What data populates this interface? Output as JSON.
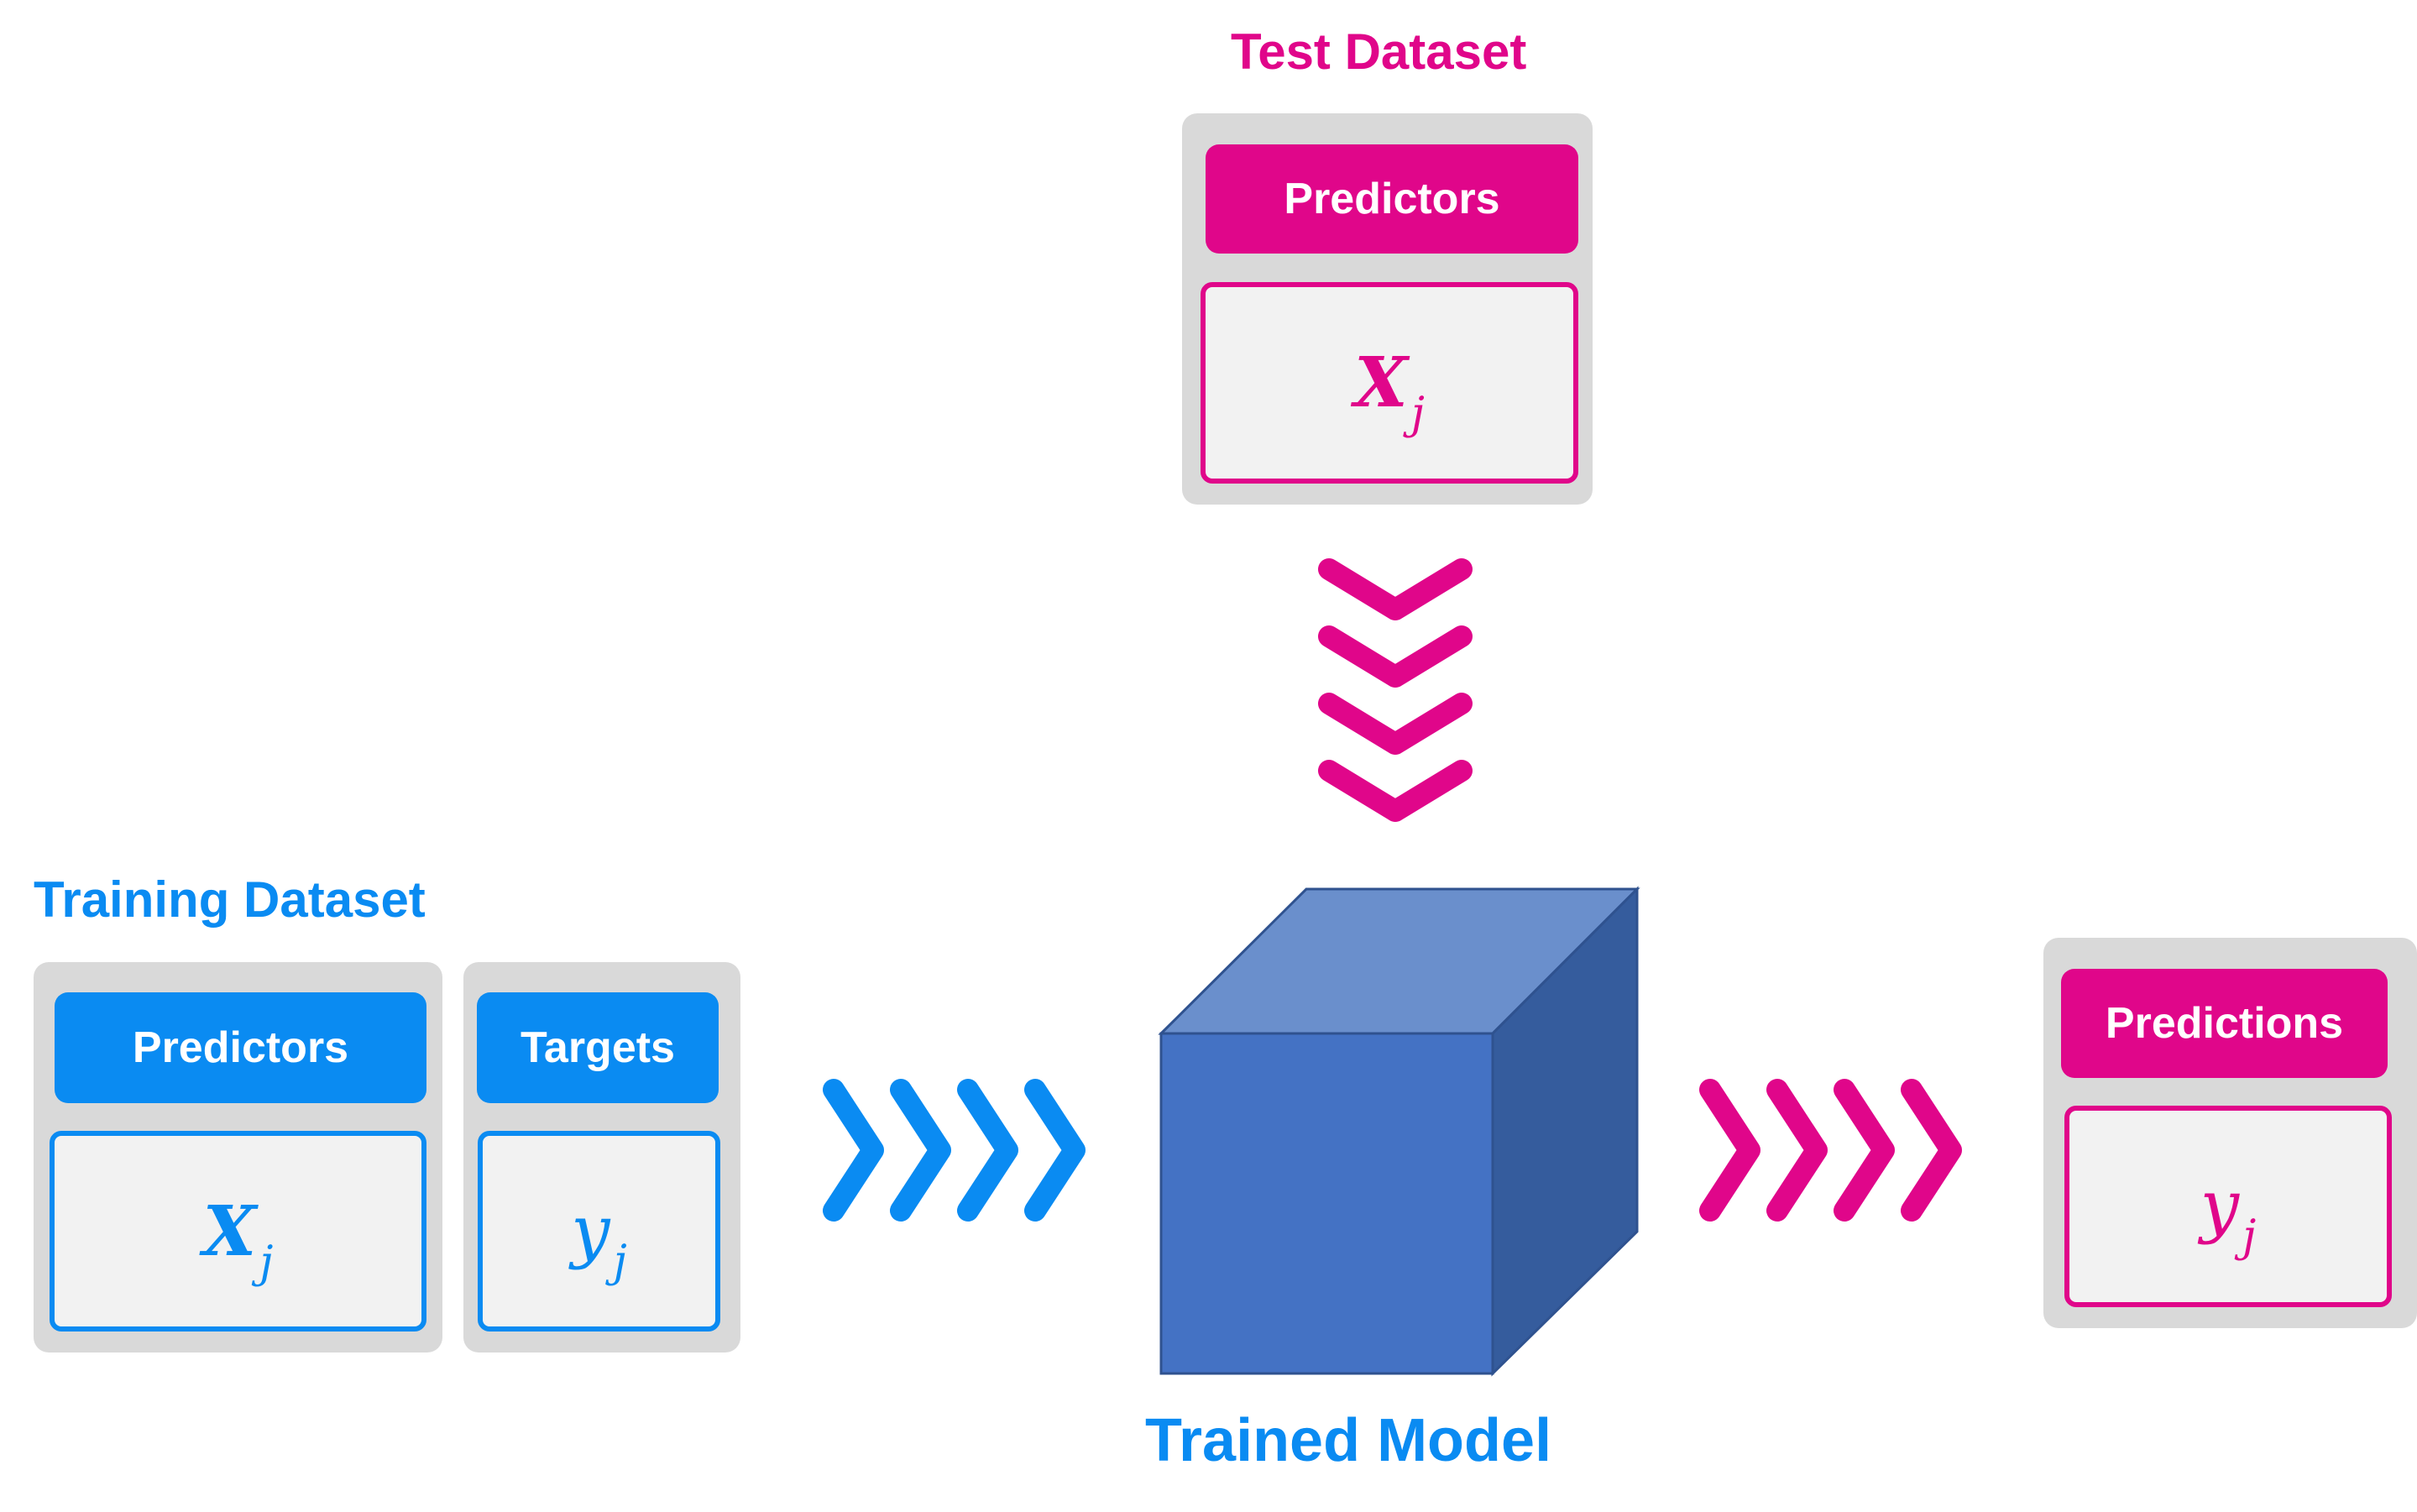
{
  "test_dataset": {
    "title": "Test Dataset",
    "header": "Predictors",
    "symbol": "X",
    "subscript": "j"
  },
  "training_dataset": {
    "title": "Training Dataset",
    "predictors_header": "Predictors",
    "predictors_symbol": "X",
    "predictors_subscript": "j",
    "targets_header": "Targets",
    "targets_symbol": "y",
    "targets_subscript": "j"
  },
  "model": {
    "label": "Trained Model"
  },
  "output": {
    "header": "Predictions",
    "symbol": "y",
    "subscript": "j"
  },
  "colors": {
    "magenta": "#E0068A",
    "blue": "#0A8BF2",
    "panel_gray": "#D9D9D9",
    "cube_front": "#4472C4",
    "cube_top": "#6A8FCC",
    "cube_side": "#355C9D",
    "cube_edge": "#2F528F"
  },
  "icons": {
    "test_to_model_arrows": "chevron-down-icon",
    "training_to_model_arrows": "chevron-right-icon",
    "model_to_output_arrows": "chevron-right-icon",
    "model_shape": "cube-icon"
  }
}
